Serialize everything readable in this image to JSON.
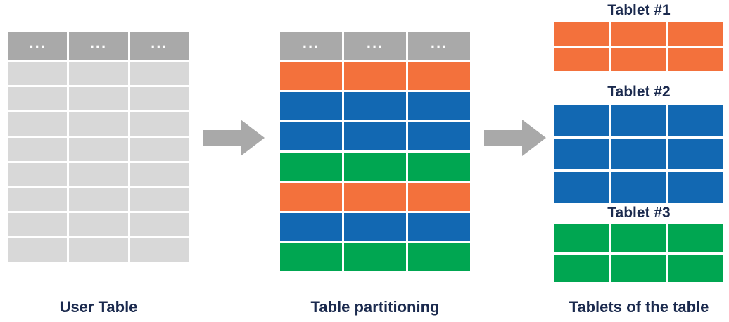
{
  "palette": {
    "header": "#a9a9a9",
    "gray": "#d8d8d8",
    "orange": "#f3713c",
    "blue": "#1268b2",
    "green": "#00a651",
    "arrow": "#a9a9a9",
    "text": "#1b2a4e"
  },
  "user_table": {
    "label": "User Table",
    "columns": 3,
    "header_cells": [
      "...",
      "...",
      "..."
    ],
    "row_colors": [
      "gray",
      "gray",
      "gray",
      "gray",
      "gray",
      "gray",
      "gray",
      "gray"
    ]
  },
  "partitioned_table": {
    "label": "Table partitioning",
    "columns": 3,
    "header_cells": [
      "...",
      "...",
      "..."
    ],
    "row_colors": [
      "orange",
      "blue",
      "blue",
      "green",
      "orange",
      "blue",
      "green"
    ]
  },
  "tablets": {
    "label": "Tablets of the table",
    "items": [
      {
        "title": "Tablet #1",
        "columns": 3,
        "row_colors": [
          "orange",
          "orange"
        ]
      },
      {
        "title": "Tablet #2",
        "columns": 3,
        "row_colors": [
          "blue",
          "blue",
          "blue"
        ]
      },
      {
        "title": "Tablet #3",
        "columns": 3,
        "row_colors": [
          "green",
          "green"
        ]
      }
    ]
  }
}
